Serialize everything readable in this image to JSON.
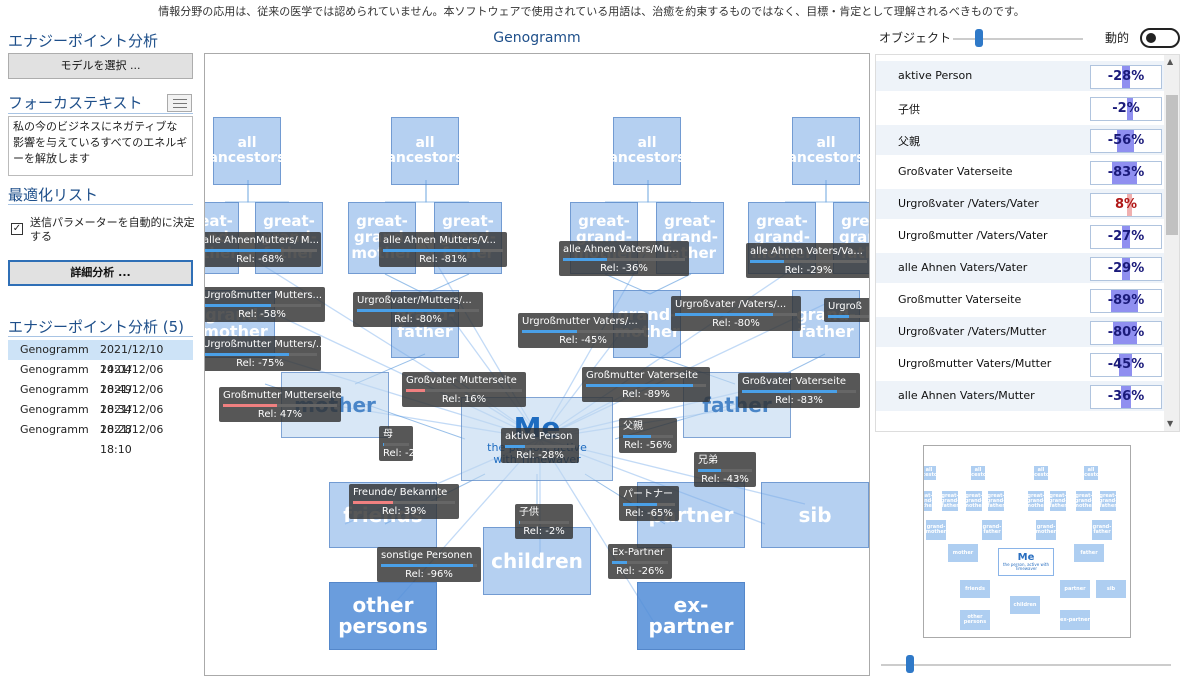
{
  "banner": "情報分野の応用は、従来の医学では認められていません。本ソフトウェアで使用されている用語は、治癒を約束するものではなく、目標・肯定として理解されるべきものです。",
  "left": {
    "title": "エナジーポイント分析",
    "select_model": "モデルを選択 ...",
    "focus_title": "フォーカステキスト",
    "focus_text": "私の今のビジネスにネガティブな影響を与えているすべてのエネルギーを解放します",
    "opt_title": "最適化リスト",
    "auto_checkbox": "送信パラメーターを自動的に決定する",
    "auto_checked": "✓",
    "detail_button": "詳細分析 ...",
    "history_title": "エナジーポイント分析 (5)",
    "history": [
      {
        "name": "Genogramm",
        "date": "2021/12/10 14:04"
      },
      {
        "name": "Genogramm",
        "date": "2021/12/06 18:49"
      },
      {
        "name": "Genogramm",
        "date": "2021/12/06 18:34"
      },
      {
        "name": "Genogramm",
        "date": "2021/12/06 18:28"
      },
      {
        "name": "Genogramm",
        "date": "2021/12/06 18:10"
      }
    ]
  },
  "graph": {
    "title": "Genogramm",
    "nodes": {
      "all_ancestors": "all ancestors",
      "ggm": "great-grand-mother",
      "ggf": "great-grand-father",
      "gm": "grand-mother",
      "gf": "grand-father",
      "mother": "mother",
      "father": "father",
      "me": "Me",
      "me_sub": "the person, active with Timewaver",
      "friends": "friends",
      "partner": "partner",
      "sib": "sib",
      "children": "children",
      "other_persons": "other persons",
      "ex_partner": "ex-partner"
    },
    "tips": [
      {
        "label": "alle AhnenMutters/ M...",
        "rel": "Rel: -68%",
        "fill": 0.68,
        "red": false
      },
      {
        "label": "alle Ahnen Mutters/V...",
        "rel": "Rel: -81%",
        "fill": 0.81,
        "red": false
      },
      {
        "label": "alle Ahnen Vaters/Mu...",
        "rel": "Rel: -36%",
        "fill": 0.36,
        "red": false
      },
      {
        "label": "alle Ahnen Vaters/Va...",
        "rel": "Rel: -29%",
        "fill": 0.29,
        "red": false
      },
      {
        "label": "Urgroßmutter Mutters...",
        "rel": "Rel: -58%",
        "fill": 0.58,
        "red": false
      },
      {
        "label": "Urgroßvater/Mutters/...",
        "rel": "Rel: -80%",
        "fill": 0.8,
        "red": false
      },
      {
        "label": "Urgroßvater /Vaters/...",
        "rel": "Rel: -80%",
        "fill": 0.8,
        "red": false
      },
      {
        "label": "Urgroßmutter Vaters/...",
        "rel": "Rel: -45%",
        "fill": 0.45,
        "red": false
      },
      {
        "label": "Urgroß",
        "rel": "",
        "fill": 0.5,
        "red": false
      },
      {
        "label": "Urgroßmutter Mutters/...",
        "rel": "Rel: -75%",
        "fill": 0.75,
        "red": false
      },
      {
        "label": "Großvater Mutterseite",
        "rel": "Rel: 16%",
        "fill": 0.16,
        "red": true
      },
      {
        "label": "Großmutter Vaterseite",
        "rel": "Rel: -89%",
        "fill": 0.89,
        "red": false
      },
      {
        "label": "Großvater Vaterseite",
        "rel": "Rel: -83%",
        "fill": 0.83,
        "red": false
      },
      {
        "label": "Großmutter Mutterseite",
        "rel": "Rel: 47%",
        "fill": 0.47,
        "red": true
      },
      {
        "label": "母",
        "rel": "Rel: -2%",
        "fill": 0.02,
        "red": false
      },
      {
        "label": "aktive Person",
        "rel": "Rel: -28%",
        "fill": 0.28,
        "red": false
      },
      {
        "label": "父親",
        "rel": "Rel: -56%",
        "fill": 0.56,
        "red": false
      },
      {
        "label": "兄弟",
        "rel": "Rel: -43%",
        "fill": 0.43,
        "red": false
      },
      {
        "label": "Freunde/ Bekannte",
        "rel": "Rel: 39%",
        "fill": 0.39,
        "red": true
      },
      {
        "label": "子供",
        "rel": "Rel: -2%",
        "fill": 0.02,
        "red": false
      },
      {
        "label": "パートナー",
        "rel": "Rel: -65%",
        "fill": 0.65,
        "red": false
      },
      {
        "label": "sonstige Personen",
        "rel": "Rel: -96%",
        "fill": 0.96,
        "red": false
      },
      {
        "label": "Ex-Partner",
        "rel": "Rel: -26%",
        "fill": 0.26,
        "red": false
      }
    ]
  },
  "right": {
    "object_label": "オブジェクト",
    "dynamic_label": "動的",
    "object_slider": 0.2,
    "dynamic_on": false,
    "rows": [
      {
        "name": "aktive Person",
        "value": "-28%",
        "pct": -28
      },
      {
        "name": "子供",
        "value": "-2%",
        "pct": -2
      },
      {
        "name": "父親",
        "value": "-56%",
        "pct": -56
      },
      {
        "name": "Großvater Vaterseite",
        "value": "-83%",
        "pct": -83
      },
      {
        "name": "Urgroßvater /Vaters/Vater",
        "value": "8%",
        "pct": 8
      },
      {
        "name": "Urgroßmutter /Vaters/Vater",
        "value": "-27%",
        "pct": -27
      },
      {
        "name": "alle Ahnen Vaters/Vater",
        "value": "-29%",
        "pct": -29
      },
      {
        "name": "Großmutter Vaterseite",
        "value": "-89%",
        "pct": -89
      },
      {
        "name": "Urgroßvater /Vaters/Mutter",
        "value": "-80%",
        "pct": -80
      },
      {
        "name": "Urgroßmutter Vaters/Mutter",
        "value": "-45%",
        "pct": -45
      },
      {
        "name": "alle Ahnen Vaters/Mutter",
        "value": "-36%",
        "pct": -36
      }
    ],
    "mini_labels": {
      "mother": "mother",
      "father": "father",
      "me": "Me",
      "me_sub": "the person, active with Timewaver",
      "friends": "friends",
      "partner": "partner",
      "sib": "sib",
      "children": "children",
      "other": "other persons",
      "ex": "ex-partner",
      "aa": "all ancestors",
      "ggm": "great-grand-mother",
      "ggf": "great-grand-father",
      "gm": "grand-mother",
      "gf": "grand-father"
    },
    "bottom_slider": 0.1
  }
}
